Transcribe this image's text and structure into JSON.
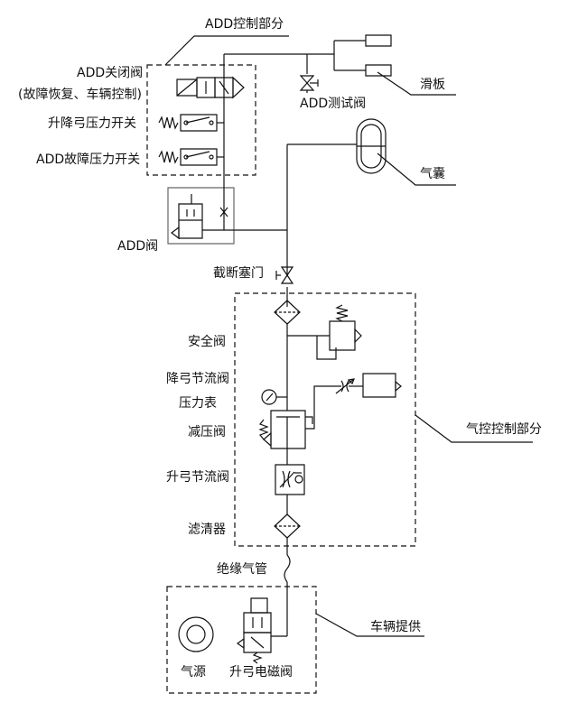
{
  "labels": {
    "add_control": "ADD控制部分",
    "add_close_valve": "ADD关闭阀",
    "add_close_valve_note": "(故障恢复、车辆控制)",
    "pressure_switch_lift": "升降弓压力开关",
    "add_fault_switch": "ADD故障压力开关",
    "add_valve": "ADD阀",
    "add_test_valve": "ADD测试阀",
    "skateboard": "滑板",
    "airbag": "气囊",
    "shutoff_cock": "截断塞门",
    "safety_valve": "安全阀",
    "lower_throttle": "降弓节流阀",
    "pressure_gauge": "压力表",
    "reducing_valve": "减压阀",
    "raise_throttle": "升弓节流阀",
    "filter": "滤清器",
    "pneumatic_control": "气控控制部分",
    "insulated_pipe": "绝缘气管",
    "vehicle_supply": "车辆提供",
    "air_source": "气源",
    "raise_solenoid": "升弓电磁阀"
  }
}
